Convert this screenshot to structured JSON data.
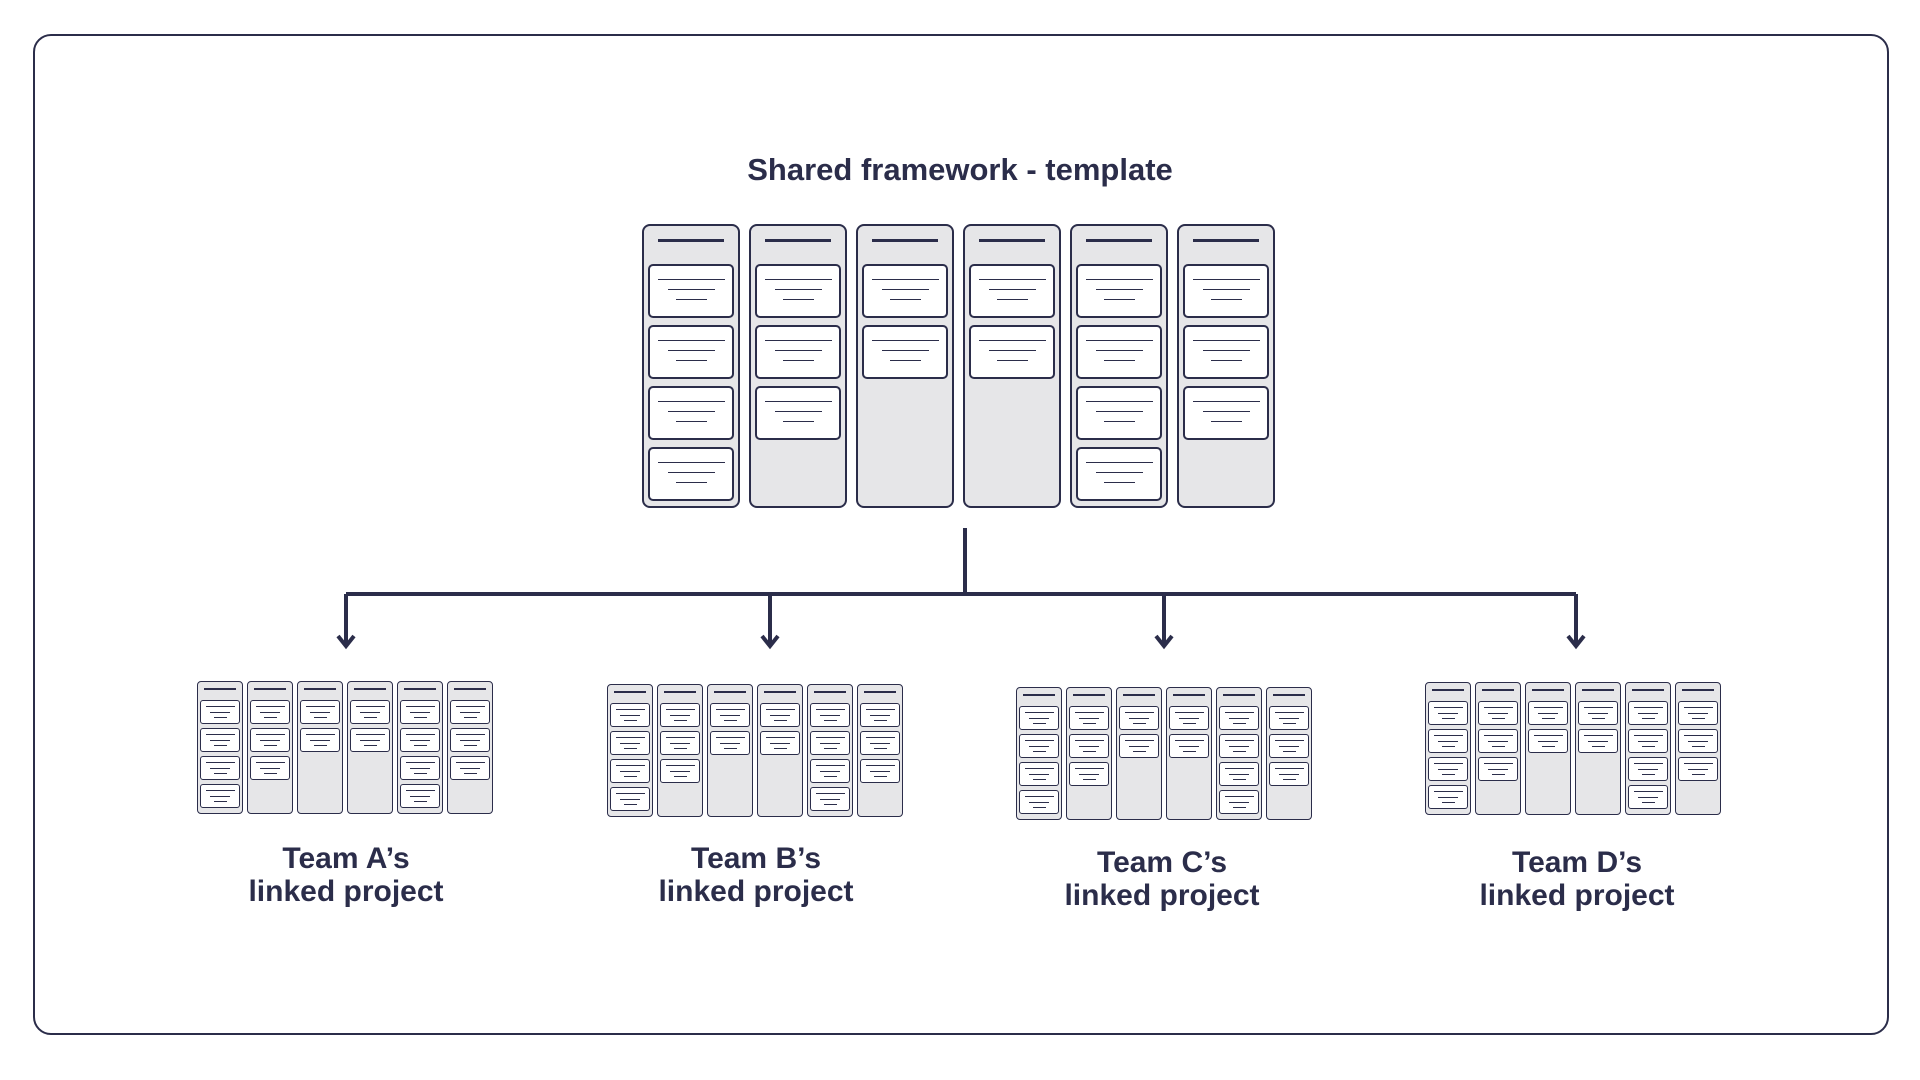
{
  "title": "Shared framework - template",
  "colors": {
    "ink": "#2b2d4a",
    "column_fill": "#e6e6e8",
    "card_fill": "#ffffff"
  },
  "template_board": {
    "cards_per_column": [
      4,
      3,
      2,
      2,
      4,
      3
    ]
  },
  "teams": [
    {
      "line1": "Team A’s",
      "line2": "linked project",
      "cards_per_column": [
        4,
        3,
        2,
        2,
        4,
        3
      ]
    },
    {
      "line1": "Team B’s",
      "line2": "linked project",
      "cards_per_column": [
        4,
        3,
        2,
        2,
        4,
        3
      ]
    },
    {
      "line1": "Team C’s",
      "line2": "linked project",
      "cards_per_column": [
        4,
        3,
        2,
        2,
        4,
        3
      ]
    },
    {
      "line1": "Team D’s",
      "line2": "linked project",
      "cards_per_column": [
        4,
        3,
        2,
        2,
        4,
        3
      ]
    }
  ]
}
